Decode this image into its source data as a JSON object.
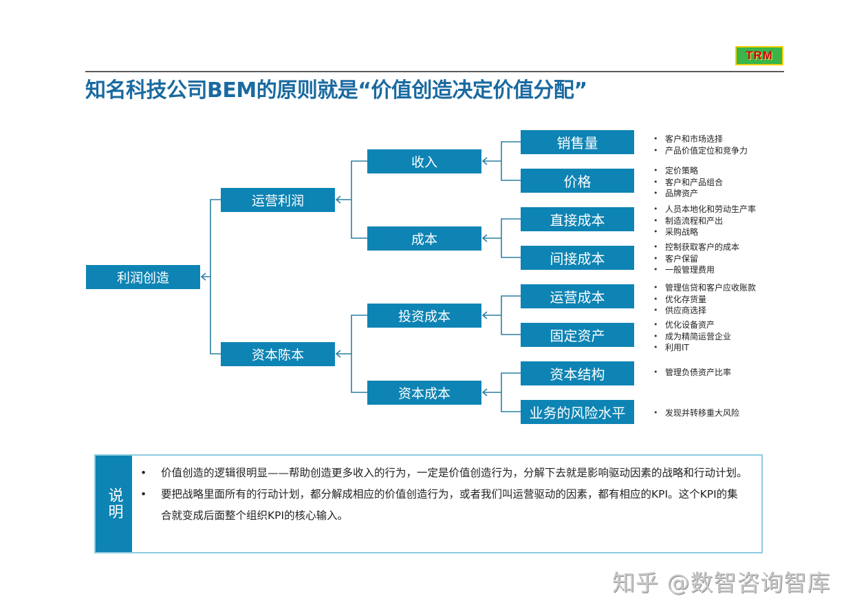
{
  "header": {
    "logo_text": "TRM",
    "title": "知名科技公司BEM的原则就是“价值创造决定价值分配”"
  },
  "tree": {
    "root": {
      "label": "利润创造"
    },
    "level1": [
      {
        "label": "运营利润"
      },
      {
        "label": "资本陈本"
      }
    ],
    "level2": [
      {
        "label": "收入"
      },
      {
        "label": "成本"
      },
      {
        "label": "投资成本"
      },
      {
        "label": "资本成本"
      }
    ],
    "level3": [
      {
        "label": "销售量",
        "notes": [
          "客户和市场选择",
          "产品价值定位和竞争力"
        ]
      },
      {
        "label": "价格",
        "notes": [
          "定价策略",
          "客户和产品组合",
          "品牌资产"
        ]
      },
      {
        "label": "直接成本",
        "notes": [
          "人员本地化和劳动生产率",
          "制造流程和产出",
          "采购战略"
        ]
      },
      {
        "label": "间接成本",
        "notes": [
          "控制获取客户的成本",
          "客户保留",
          "一般管理费用"
        ]
      },
      {
        "label": "运营成本",
        "notes": [
          "管理信贷和客户应收账款",
          "优化存货量",
          "供应商选择"
        ]
      },
      {
        "label": "固定资产",
        "notes": [
          "优化设备资产",
          "成为精简运营企业",
          "利用IT"
        ]
      },
      {
        "label": "资本结构",
        "notes": [
          "管理负债资产比率"
        ]
      },
      {
        "label": "业务的风险水平",
        "notes": [
          "发现并转移重大风险"
        ]
      }
    ],
    "colors": {
      "node_fill": "#0e84b4",
      "connector": "#2b7fa3",
      "title": "#1a6aa0"
    }
  },
  "explanation": {
    "tab_label": "说明",
    "items": [
      "价值创造的逻辑很明显——帮助创造更多收入的行为，一定是价值创造行为，分解下去就是影响驱动因素的战略和行动计划。",
      "要把战略里面所有的行动计划，都分解成相应的价值创造行为，或者我们叫运营驱动的因素，都有相应的KPI。这个KPI的集合就变成后面整个组织KPI的核心输入。"
    ]
  },
  "watermark": "知乎 @数智咨询智库"
}
